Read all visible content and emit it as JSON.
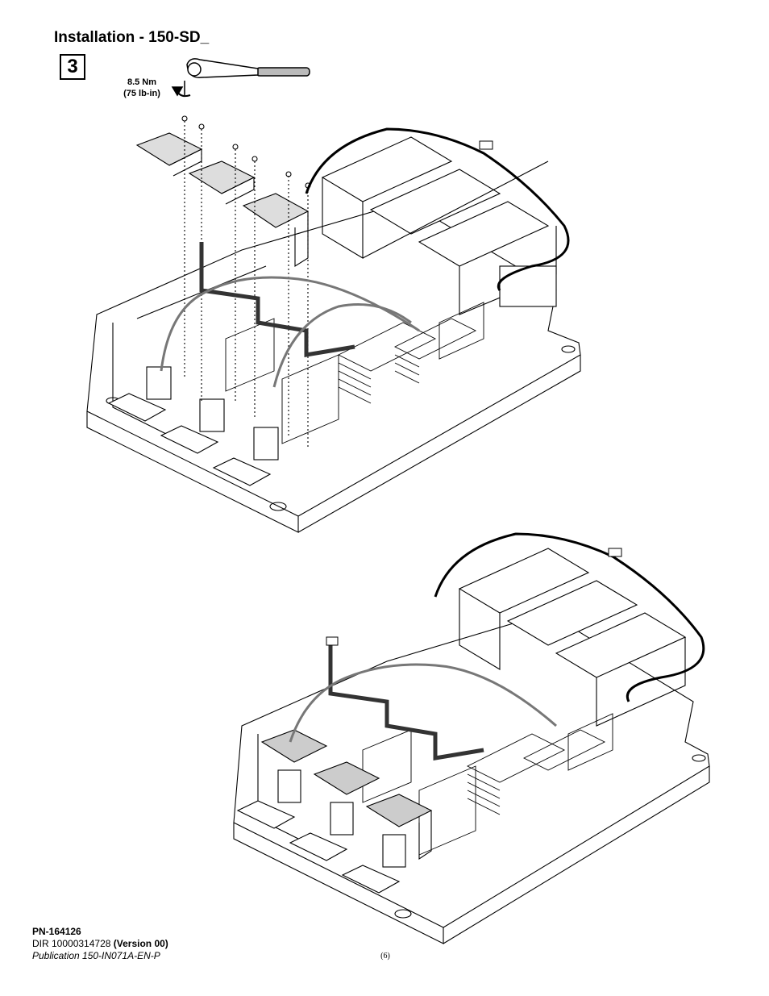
{
  "title": "Installation - 150-SD_",
  "step_number": "3",
  "torque": {
    "metric": "8.5 Nm",
    "imperial": "(75 lb-in)"
  },
  "footer": {
    "part_number": "PN-164126",
    "dir_prefix": "DIR 10000314728",
    "dir_version": "(Version 00)",
    "publication": "Publication 150-IN071A-EN-P"
  },
  "page_number": "(6)"
}
